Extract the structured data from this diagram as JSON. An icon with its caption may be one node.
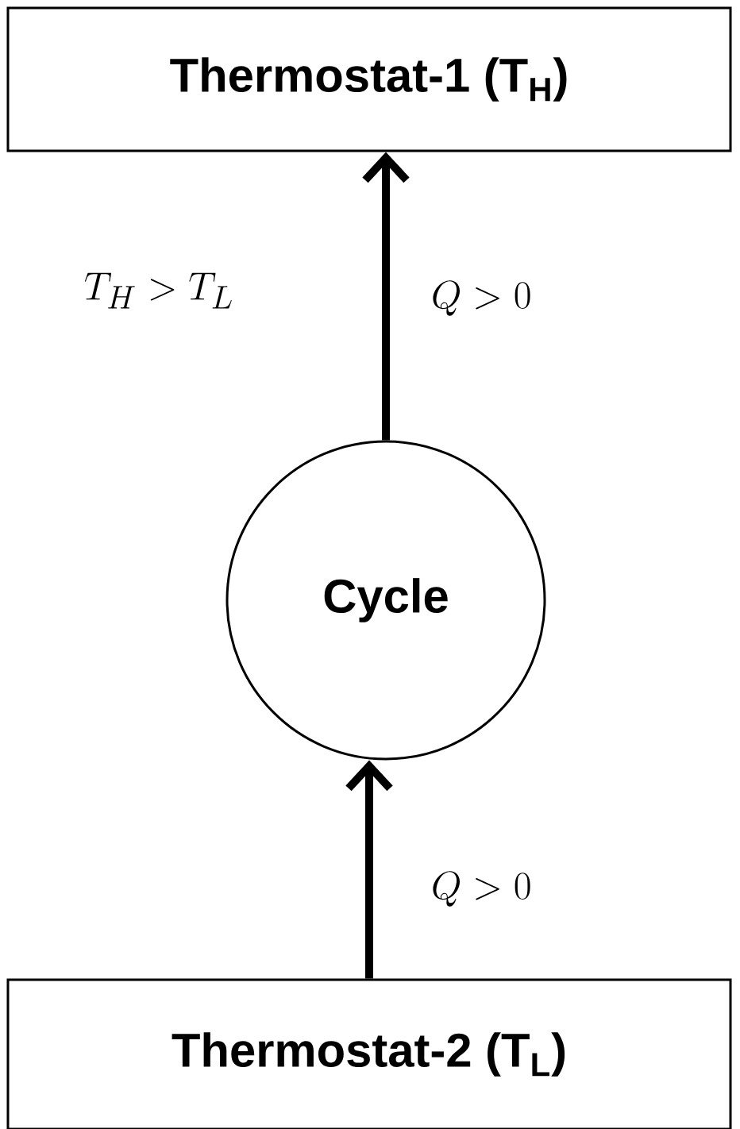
{
  "diagram": {
    "nodes": [
      {
        "text": [
          "Thermostat-1 (T$_{H}$)"
        ]
      },
      {
        "text": [
          "Cycle"
        ]
      },
      {
        "text": [
          "Thermostat-2 (T$_{L}$)"
        ]
      }
    ],
    "edges": [
      {
        "from": 1,
        "to": 0,
        "arrow": "to",
        "label": "Q > 0"
      },
      {
        "from": 2,
        "to": 1,
        "arrow": "to",
        "label": "Q > 0"
      }
    ],
    "labels": [
      "T_H > T_L"
    ]
  }
}
